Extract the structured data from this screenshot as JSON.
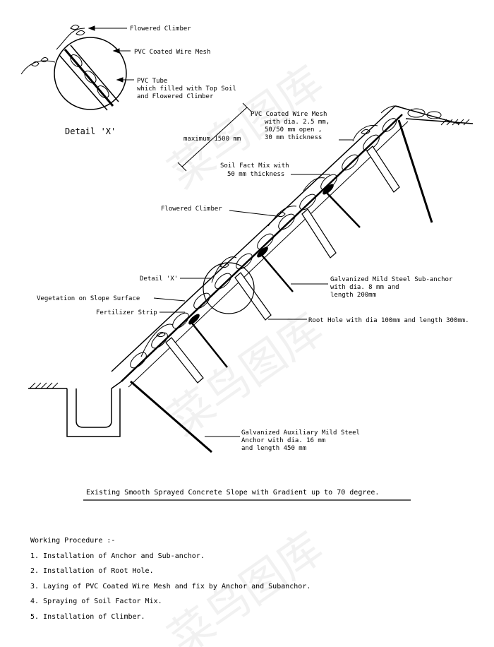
{
  "detail": {
    "label": "Detail 'X'",
    "callouts": {
      "flowered_climber": "Flowered Climber",
      "pvc_mesh": "PVC Coated Wire Mesh",
      "pvc_tube_1": "PVC Tube",
      "pvc_tube_2": "which filled with Top Soil",
      "pvc_tube_3": "and Flowered Climber"
    }
  },
  "slope_labels": {
    "mesh_spec_1": "PVC Coated Wire Mesh",
    "mesh_spec_2": "with dia. 2.5 mm,",
    "mesh_spec_3": "50/50 mm open ,",
    "mesh_spec_4": "30 mm thickness",
    "max_length": "maximum 1500 mm",
    "soil_mix_1": "Soil Fact Mix with",
    "soil_mix_2": "50 mm thickness",
    "flowered_climber": "Flowered Climber",
    "detail_x": "Detail 'X'",
    "vegetation": "Vegetation on Slope Surface",
    "fertilizer": "Fertilizer Strip",
    "sub_anchor_1": "Galvanized Mild Steel Sub-anchor",
    "sub_anchor_2": "with dia. 8 mm and",
    "sub_anchor_3": "length 200mm",
    "root_hole": "Root Hole with dia 100mm and length 300mm.",
    "aux_anchor_1": "Galvanized Auxiliary Mild Steel",
    "aux_anchor_2": "Anchor with dia. 16 mm",
    "aux_anchor_3": "and length 450 mm"
  },
  "caption": "Existing Smooth Sprayed Concrete Slope with Gradient up to 70 degree.",
  "procedure": {
    "title": "Working Procedure :-",
    "steps": [
      "1. Installation of Anchor and Sub-anchor.",
      "2. Installation of Root Hole.",
      "3. Laying of PVC Coated Wire Mesh and fix by Anchor and Subanchor.",
      "4. Spraying of Soil Factor Mix.",
      "5. Installation of Climber."
    ]
  },
  "watermark": "菜鸟图库"
}
